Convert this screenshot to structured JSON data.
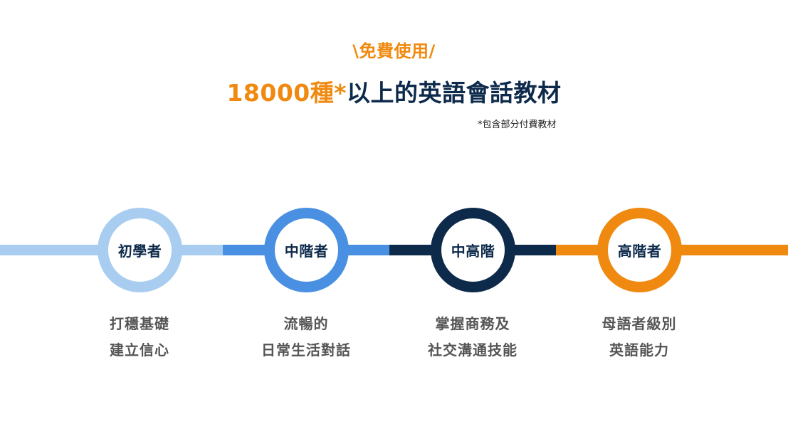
{
  "tagline": "\\免費使用/",
  "headline": {
    "accent": "18000種*",
    "rest": "以上的英語會話教材"
  },
  "footnote": "*包含部分付費教材",
  "levels": [
    {
      "name": "初學者",
      "desc_line1": "打穩基礎",
      "desc_line2": "建立信心",
      "color": "#a8cdf0"
    },
    {
      "name": "中階者",
      "desc_line1": "流暢的",
      "desc_line2": "日常生活對話",
      "color": "#4a90e2"
    },
    {
      "name": "中高階",
      "desc_line1": "掌握商務及",
      "desc_line2": "社交溝通技能",
      "color": "#0d2a4b"
    },
    {
      "name": "高階者",
      "desc_line1": "母語者級別",
      "desc_line2": "英語能力",
      "color": "#f0890f"
    }
  ]
}
